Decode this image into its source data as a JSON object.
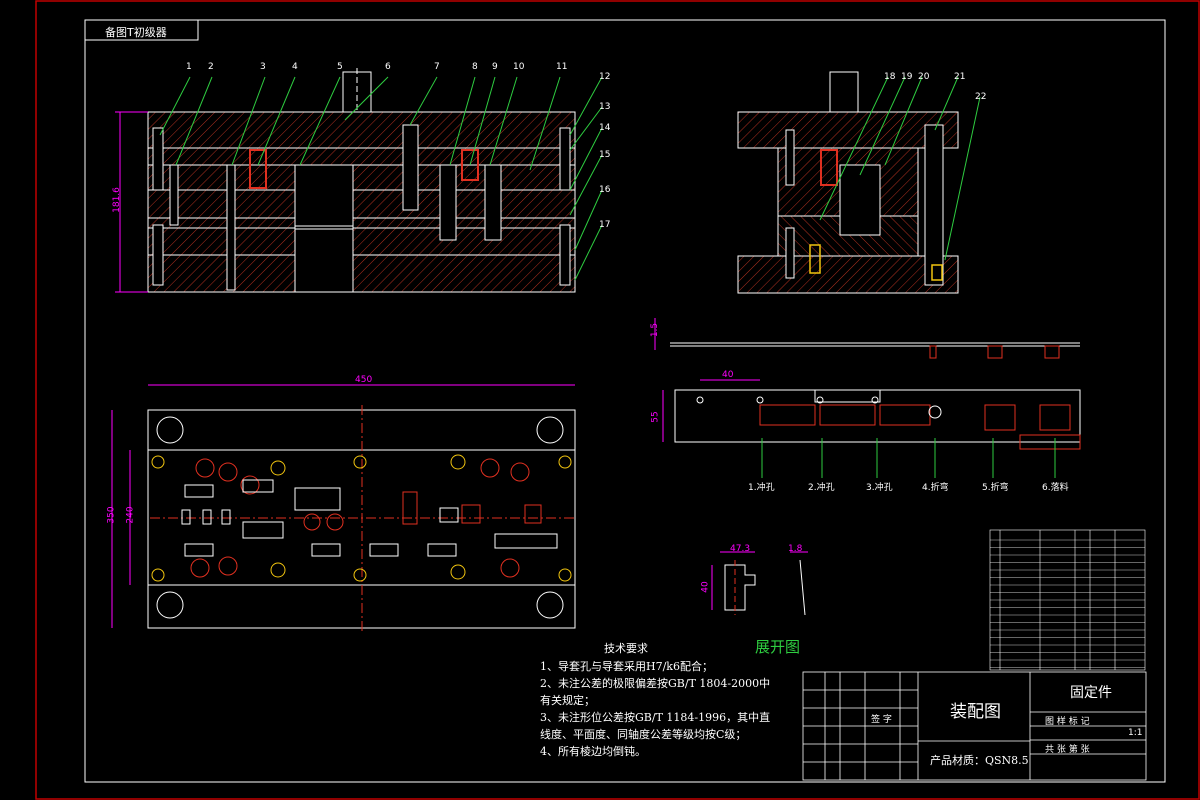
{
  "corner_tag": "备图T初级器",
  "part_labels": [
    "1",
    "2",
    "3",
    "4",
    "5",
    "6",
    "7",
    "8",
    "9",
    "10",
    "11",
    "12",
    "13",
    "14",
    "15",
    "16",
    "17",
    "18",
    "19",
    "20",
    "21",
    "22"
  ],
  "dims": {
    "front_height": "181.6",
    "plan_width": "450",
    "plan_height": "350",
    "plan_inner": "240",
    "strip_pitch": "40",
    "strip_width": "55",
    "strip_thick": "1.5",
    "blank_w": "47.3",
    "blank_t": "1.8",
    "blank_h": "40"
  },
  "stations": [
    "1.冲孔",
    "2.冲孔",
    "3.冲孔",
    "4.折弯",
    "5.折弯",
    "6.落料"
  ],
  "unfold_label": "展开图",
  "tech_title": "技术要求",
  "tech_items": [
    "1、导套孔与导套采用H7/k6配合；",
    "2、未注公差的极限偏差按GB/T 1804-2000中",
    "   有关规定；",
    "3、未注形位公差按GB/T 1184-1996，其中直",
    "   线度、平面度、同轴度公差等级均按C级；",
    "4、所有棱边均倒钝。"
  ],
  "title_block": {
    "drawing_name": "装配图",
    "part_name": "固定件",
    "material": "产品材质：QSN8.5",
    "sign": "签 字",
    "stage": "图 样 标 记",
    "scale": "1:1",
    "sheet": "共  张   第  张"
  },
  "colors": {
    "outline": "#ffffff",
    "hatch": "#c0392b",
    "leader": "#2ecc40",
    "dim": "#ff00ff",
    "accent_yellow": "#f1c40f"
  }
}
